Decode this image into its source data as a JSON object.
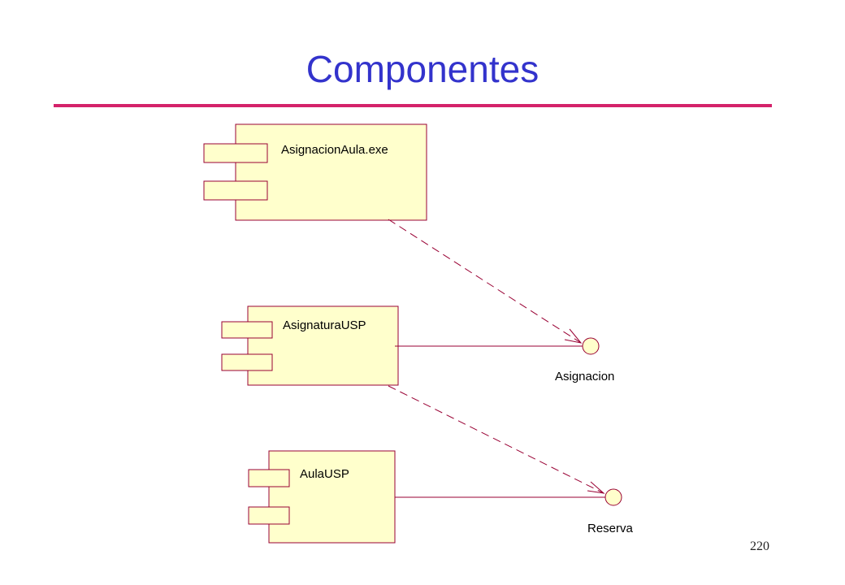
{
  "title": "Componentes",
  "page_number": "220",
  "colors": {
    "title": "#3333cc",
    "rule": "#d4226a",
    "component_fill": "#ffffcc",
    "component_stroke": "#990033",
    "connector_stroke": "#990033"
  },
  "diagram": {
    "components": [
      {
        "id": "asignacionaula",
        "label": "AsignacionAula.exe"
      },
      {
        "id": "asignaturausp",
        "label": "AsignaturaUSP"
      },
      {
        "id": "aulausp",
        "label": "AulaUSP"
      }
    ],
    "interfaces": [
      {
        "id": "asignacion",
        "label": "Asignacion"
      },
      {
        "id": "reserva",
        "label": "Reserva"
      }
    ],
    "relations": [
      {
        "from": "asignacionaula",
        "to": "asignacion",
        "kind": "dependency"
      },
      {
        "from": "asignaturausp",
        "to": "asignacion",
        "kind": "realization"
      },
      {
        "from": "asignaturausp",
        "to": "reserva",
        "kind": "dependency"
      },
      {
        "from": "aulausp",
        "to": "reserva",
        "kind": "realization"
      }
    ]
  }
}
